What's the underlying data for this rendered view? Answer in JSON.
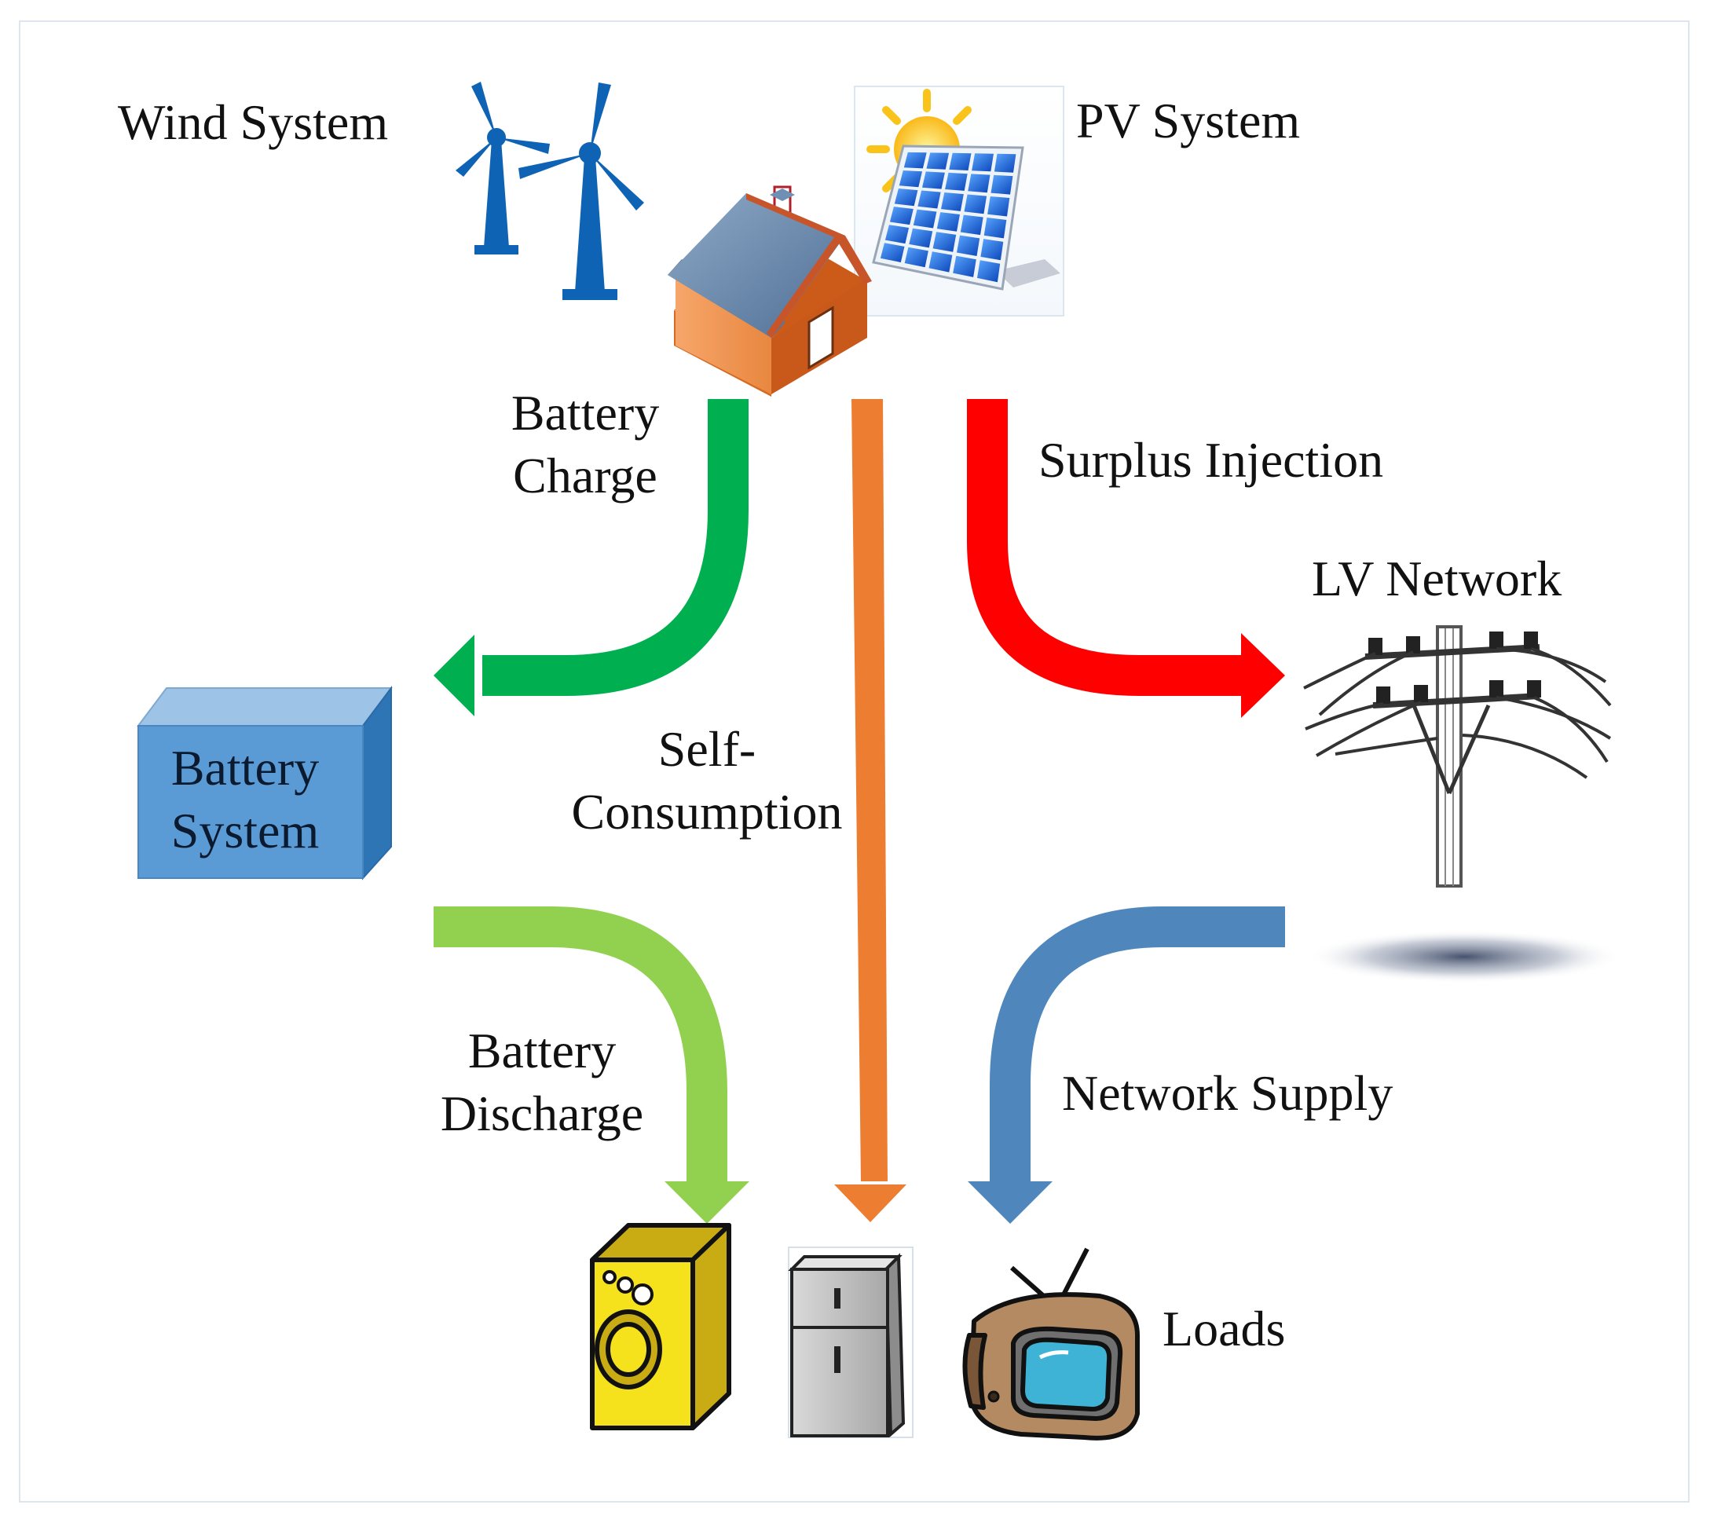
{
  "labels": {
    "wind_system": "Wind System",
    "pv_system": "PV System",
    "battery_charge": [
      "Battery",
      "Charge"
    ],
    "surplus_injection": "Surplus Injection",
    "lv_network": "LV Network",
    "battery_system": [
      "Battery",
      "System"
    ],
    "self_consumption": [
      "Self-",
      "Consumption"
    ],
    "battery_discharge": [
      "Battery",
      "Discharge"
    ],
    "network_supply": "Network Supply",
    "loads": "Loads"
  },
  "colors": {
    "battery_charge": "#00b050",
    "self_consumption": "#ed7d31",
    "surplus_injection": "#ff0000",
    "battery_discharge": "#92d050",
    "network_supply": "#4f87bd",
    "battery_box_front": "#5b9bd5",
    "battery_box_top": "#9dc3e6",
    "battery_box_side": "#2e75b6",
    "turbine": "#0e63b5"
  },
  "icons": [
    "wind-turbine-icon",
    "house-icon",
    "solar-panel-icon",
    "utility-pole-icon",
    "washing-machine-icon",
    "refrigerator-icon",
    "television-icon"
  ]
}
